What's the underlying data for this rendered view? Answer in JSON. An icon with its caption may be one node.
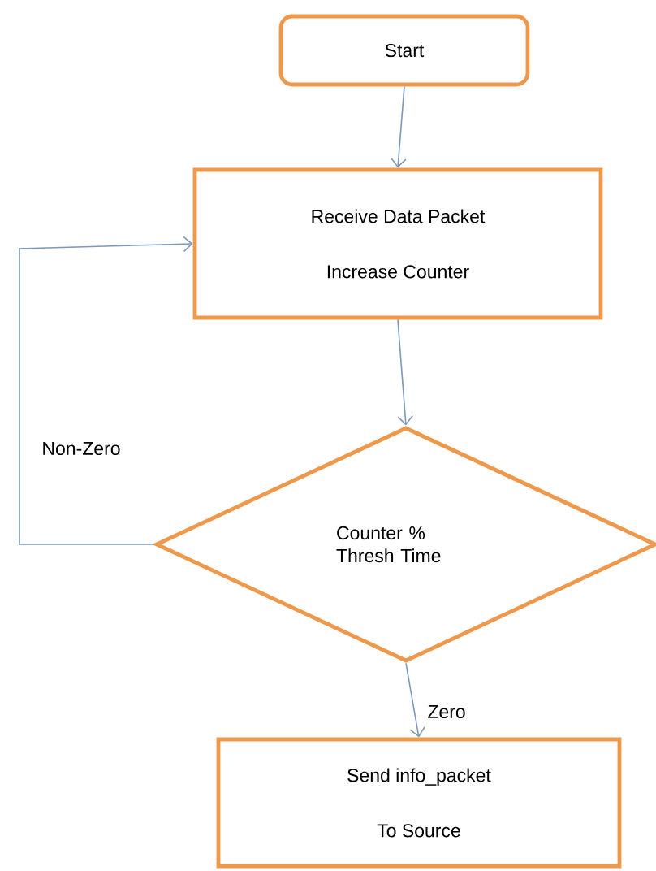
{
  "diagram": {
    "nodes": [
      {
        "text": [
          "Start"
        ]
      },
      {
        "text": [
          "Receive Data Packet",
          "Increase Counter"
        ]
      },
      {
        "text": [
          "Counter % Thresh Time"
        ]
      },
      {
        "text": [
          "Send info_packet",
          "To Source"
        ]
      }
    ],
    "edges": [
      {
        "from": 0,
        "to": 1,
        "arrow": "to"
      },
      {
        "from": 1,
        "to": 2,
        "arrow": "to"
      },
      {
        "from": 2,
        "to": 1,
        "arrow": "to",
        "label": "Non-Zero"
      },
      {
        "from": 2,
        "to": 3,
        "arrow": "to",
        "label": "Zero"
      }
    ]
  }
}
